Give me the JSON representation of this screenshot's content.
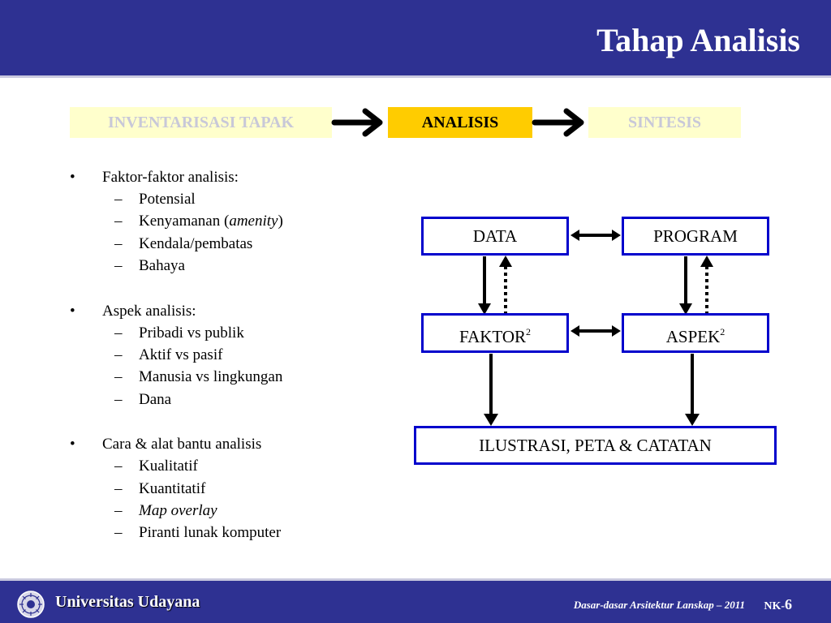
{
  "header": {
    "title": "Tahap Analisis"
  },
  "stages": [
    {
      "label": "INVENTARISASI TAPAK",
      "active": false
    },
    {
      "label": "ANALISIS",
      "active": true
    },
    {
      "label": "SINTESIS",
      "active": false
    }
  ],
  "bullets": [
    {
      "heading": "Faktor-faktor analisis:",
      "items": [
        "Potensial",
        "Kenyamanan (",
        "amenity",
        ")",
        "Kendala/pembatas",
        "Bahaya"
      ]
    },
    {
      "heading": "Aspek analisis:",
      "items": [
        "Pribadi vs publik",
        "Aktif vs pasif",
        "Manusia vs lingkungan",
        "Dana"
      ]
    },
    {
      "heading": "Cara & alat bantu analisis",
      "items": [
        "Kualitatif",
        "Kuantitatif",
        "Map overlay",
        "Piranti lunak komputer"
      ]
    }
  ],
  "diagram": {
    "data": "DATA",
    "program": "PROGRAM",
    "faktor": "FAKTOR",
    "aspek": "ASPEK",
    "superscript": "2",
    "output": "ILUSTRASI, PETA & CATATAN"
  },
  "footer": {
    "university": "Universitas Udayana",
    "course": "Dasar-dasar Arsitektur Lanskap – 2011",
    "page_prefix": "NK-",
    "page_number": "6"
  },
  "colors": {
    "header_bg": "#2e3192",
    "node_border": "#0000cc",
    "active_stage": "#ffcc00",
    "inactive_stage": "#ffffcc"
  }
}
